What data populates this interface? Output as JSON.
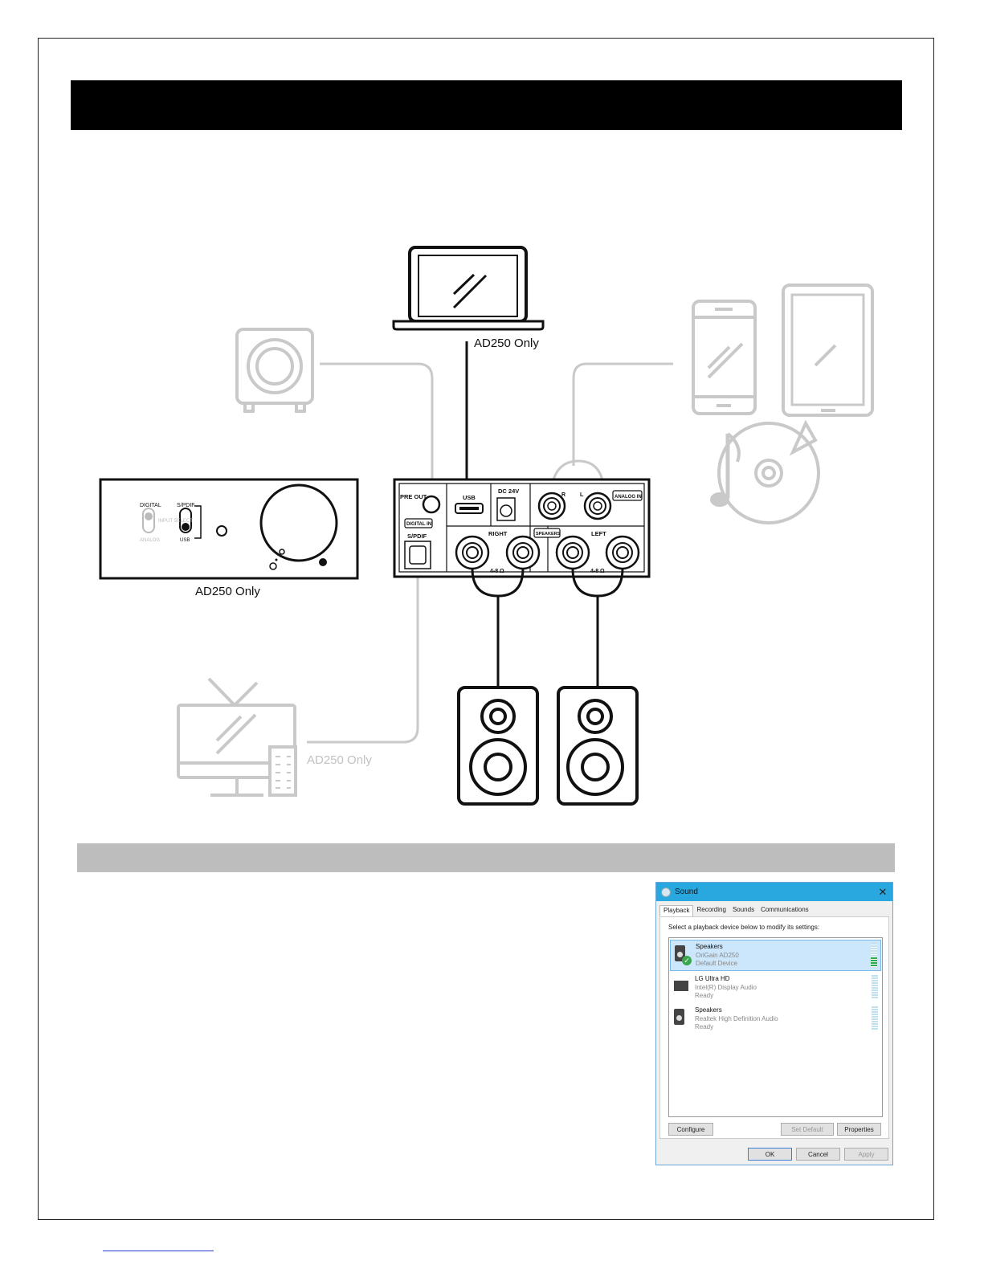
{
  "diagram": {
    "laptop_label": "AD250 Only",
    "front_panel_label": "AD250 Only",
    "tv_label": "AD250 Only",
    "front_panel": {
      "digital": "DIGITAL",
      "spdif": "S/PDIF",
      "input_select": "INPUT SELECT",
      "analog": "ANALOG",
      "usb": "USB"
    },
    "rear_panel": {
      "pre_out": "PRE OUT",
      "usb": "USB",
      "dc": "DC 24V",
      "r": "R",
      "l": "L",
      "analog_in": "ANALOG IN",
      "digital_in": "DIGITAL IN",
      "spdif": "S/PDIF",
      "right": "RIGHT",
      "left": "LEFT",
      "speakers": "SPEAKERS",
      "ohm_right": "4-8 Ω",
      "ohm_left": "4-8 Ω"
    }
  },
  "sound_dialog": {
    "title": "Sound",
    "close_glyph": "✕",
    "tabs": [
      "Playback",
      "Recording",
      "Sounds",
      "Communications"
    ],
    "instruction": "Select a playback device below to modify its settings:",
    "devices": [
      {
        "name": "Speakers",
        "driver": "OriGain AD250",
        "status": "Default Device"
      },
      {
        "name": "LG Ultra HD",
        "driver": "Intel(R) Display Audio",
        "status": "Ready"
      },
      {
        "name": "Speakers",
        "driver": "Realtek High Definition Audio",
        "status": "Ready"
      }
    ],
    "buttons": {
      "configure": "Configure",
      "set_default": "Set Default",
      "properties": "Properties",
      "ok": "OK",
      "cancel": "Cancel",
      "apply": "Apply"
    }
  }
}
